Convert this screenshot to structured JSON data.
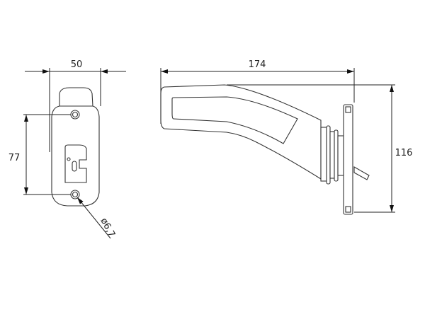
{
  "front_view": {
    "width_label": "50",
    "hole_spacing_label": "77",
    "hole_diameter_label": "ø6,7"
  },
  "side_view": {
    "length_label": "174",
    "height_label": "116"
  }
}
